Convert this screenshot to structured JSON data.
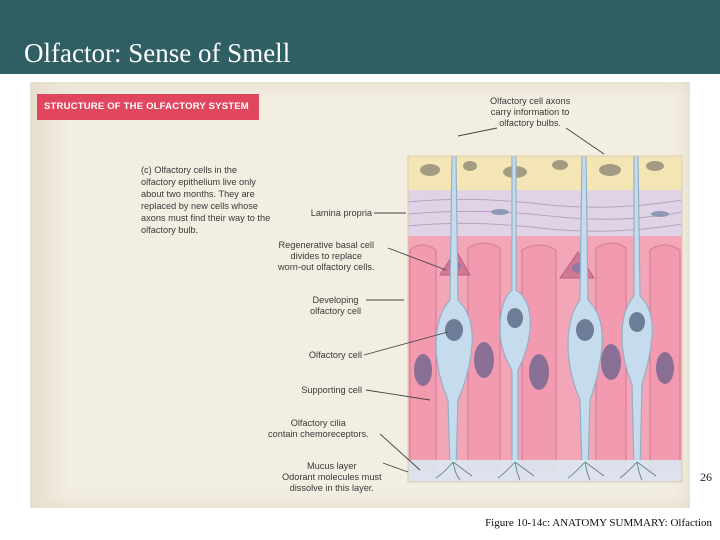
{
  "slide": {
    "title": "Olfactor: Sense of Smell",
    "page_number": "26",
    "figure_ref": "Figure 10-14c: ANATOMY SUMMARY: Olfaction"
  },
  "figure": {
    "banner": "STRUCTURE OF THE OLFACTORY SYSTEM",
    "caption": "(c) Olfactory cells in the olfactory epithelium live only about two months. They are replaced by new cells whose axons must find their way to the olfactory bulb.",
    "labels": {
      "axons": [
        "Olfactory cell axons",
        "carry information to",
        "olfactory bulbs."
      ],
      "lamina": "Lamina propria",
      "basal": [
        "Regenerative basal cell",
        "divides to replace",
        "worn-out olfactory cells."
      ],
      "developing": [
        "Developing",
        "olfactory cell"
      ],
      "olfactory_cell": "Olfactory cell",
      "supporting": "Supporting cell",
      "cilia": [
        "Olfactory cilia",
        "contain chemoreceptors."
      ],
      "mucus": [
        "Mucus layer",
        "Odorant molecules must",
        "dissolve in this layer."
      ]
    }
  },
  "colors": {
    "title_bar": "#2f5f63",
    "banner": "#e0475e",
    "panel": "#f3eee2",
    "bone": "#f3e6b4",
    "lamina": "#e1d3e6",
    "epithelium": "#f2a6b8",
    "neuron": "#c6dced",
    "nucleus": "#6d7d98"
  }
}
